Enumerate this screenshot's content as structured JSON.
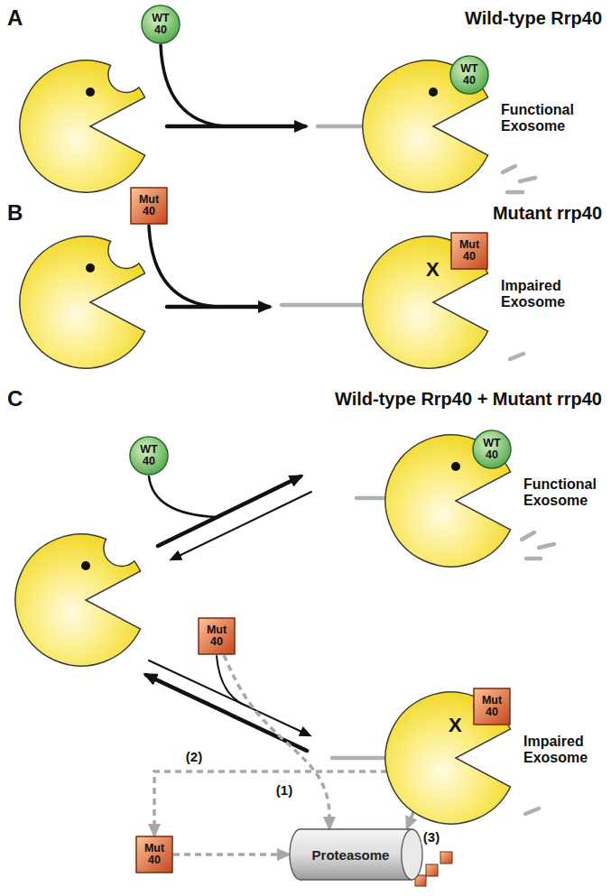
{
  "diagram": {
    "nodes": [
      {
        "text": [
          "WT 40"
        ]
      },
      {
        "text": [
          "Functional Exosome"
        ]
      },
      {
        "text": [
          "WT 40"
        ],
        "in": 1
      },
      {
        "text": [
          "Mut 40"
        ]
      },
      {
        "text": [
          "X",
          "Impaired Exosome"
        ]
      },
      {
        "text": [
          "Mut 40"
        ],
        "in": 4
      },
      {
        "text": [
          "WT 40"
        ]
      },
      {
        "text": [
          "Functional Exosome"
        ]
      },
      {
        "text": [
          "WT 40"
        ],
        "in": 7
      },
      {
        "text": [
          "Mut 40"
        ]
      },
      {
        "text": [
          "X",
          "Impaired Exosome"
        ]
      },
      {
        "text": [
          "Mut 40"
        ],
        "in": 10
      },
      {
        "text": [
          "Mut 40"
        ]
      },
      {
        "text": [
          "Proteasome"
        ]
      }
    ],
    "edges": [
      {
        "from": 9,
        "to": 13,
        "arrow": "to",
        "label": "(1)"
      },
      {
        "from": 10,
        "to": 12,
        "arrow": "to",
        "label": "(2)"
      },
      {
        "from": 12,
        "to": 13,
        "arrow": "to"
      },
      {
        "from": 10,
        "to": 13,
        "arrow": "to",
        "label": "(3)"
      }
    ],
    "labels": [
      "A",
      "Wild-type Rrp40",
      "B",
      "Mutant rrp40",
      "C",
      "Wild-type Rrp40 + Mutant rrp40"
    ]
  }
}
